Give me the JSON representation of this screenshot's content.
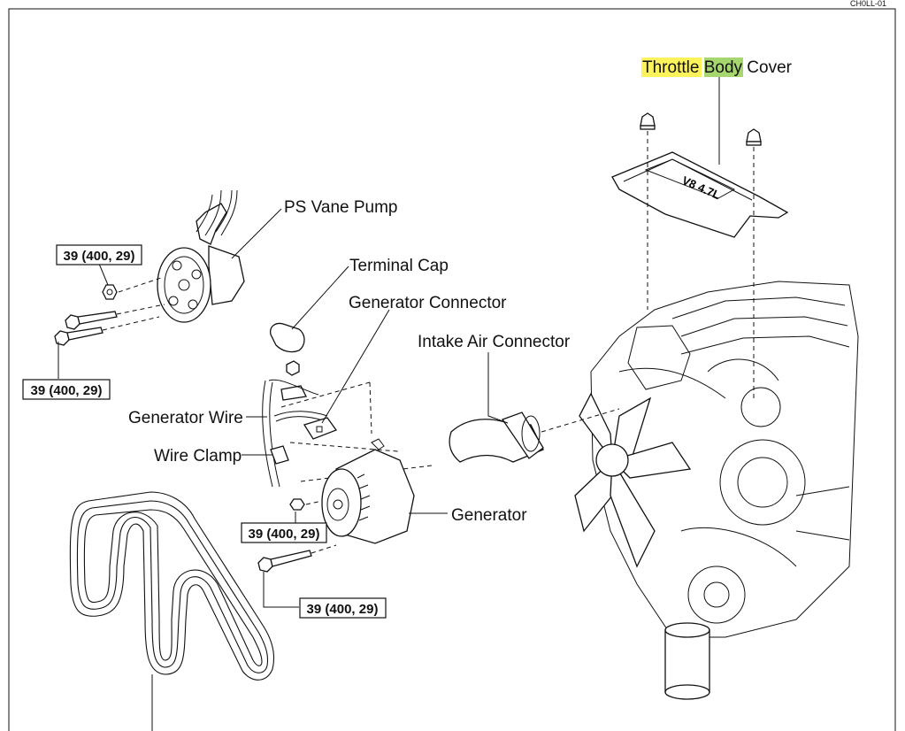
{
  "diagram_code": "CH0LL-01",
  "highlight_colors": {
    "yellow": "#fff35c",
    "green": "#a6d66e"
  },
  "labels": {
    "throttle_word": "Throttle",
    "body_word": "Body",
    "cover_word": "Cover",
    "ps_vane_pump": "PS Vane Pump",
    "terminal_cap": "Terminal Cap",
    "generator_connector": "Generator Connector",
    "intake_air_connector": "Intake Air Connector",
    "generator_wire": "Generator Wire",
    "wire_clamp": "Wire Clamp",
    "generator": "Generator"
  },
  "torque_specs": [
    {
      "value": "39 (400, 29)"
    },
    {
      "value": "39 (400, 29)"
    },
    {
      "value": "39 (400, 29)"
    },
    {
      "value": "39 (400, 29)"
    }
  ],
  "cover_emblem": "V8 4.7L"
}
